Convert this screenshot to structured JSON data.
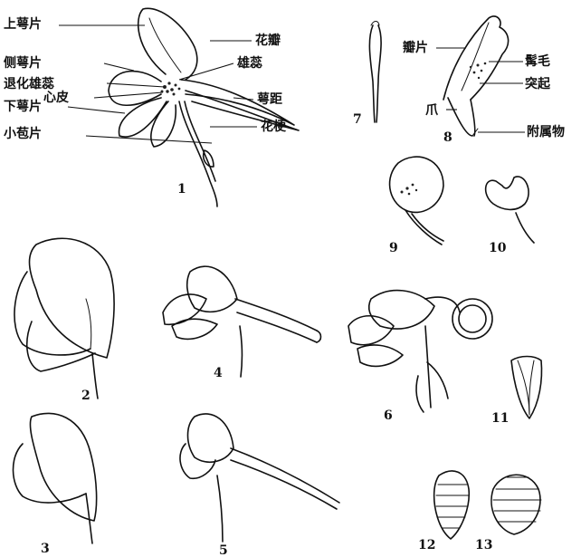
{
  "figure": {
    "labels": {
      "upper_sepal": "上萼片",
      "lateral_sepal": "侧萼片",
      "staminode": "退化雄蕊",
      "carpel": "心皮",
      "lower_sepal": "下萼片",
      "bracteole": "小苞片",
      "petal": "花瓣",
      "stamen": "雄蕊",
      "sepal_spur": "萼距",
      "pedicel": "花梗",
      "limb": "瓣片",
      "beard": "髯毛",
      "protuberance": "突起",
      "claw": "爪",
      "appendage": "附属物"
    },
    "panel_numbers": [
      "1",
      "2",
      "3",
      "4",
      "5",
      "6",
      "7",
      "8",
      "9",
      "10",
      "11",
      "12",
      "13"
    ]
  }
}
